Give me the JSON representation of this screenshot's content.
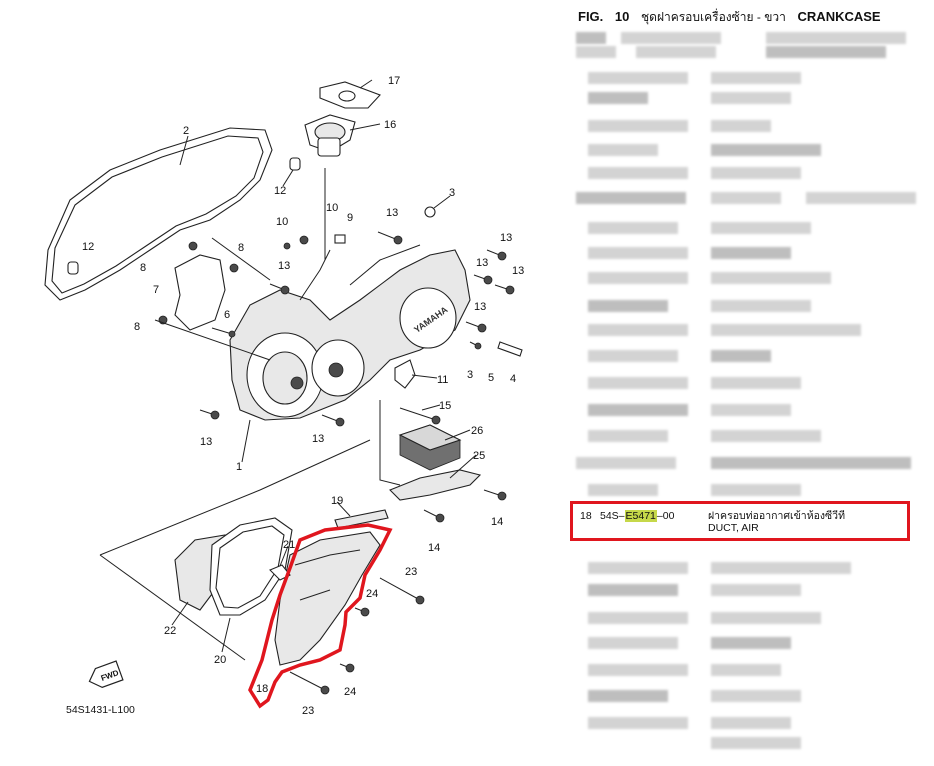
{
  "diagram": {
    "callouts": [
      "1",
      "2",
      "3",
      "3",
      "4",
      "5",
      "6",
      "7",
      "8",
      "8",
      "8",
      "9",
      "10",
      "10",
      "11",
      "12",
      "12",
      "13",
      "13",
      "13",
      "13",
      "13",
      "13",
      "13",
      "13",
      "14",
      "14",
      "15",
      "16",
      "17",
      "18",
      "19",
      "20",
      "21",
      "22",
      "23",
      "23",
      "24",
      "24",
      "25",
      "26"
    ],
    "fwd_label": "FWD",
    "drawing_code": "54S1431-L100"
  },
  "catalog": {
    "fig_label": "FIG.",
    "fig_number": "10",
    "title_thai": "ชุดฝาครอบเครื่องซ้าย - ขวา",
    "title_en": "CRANKCASE",
    "highlighted_row": {
      "ref": "18",
      "part_prefix": "54S–",
      "part_highlight": "E5471",
      "part_suffix": "–00",
      "desc_thai": "ฝาครอบท่ออากาศเข้าห้องซีวีที",
      "desc_en": "DUCT, AIR"
    }
  },
  "colors": {
    "highlight_box": "#e0161e",
    "part_highlight": "#c6d84a"
  }
}
